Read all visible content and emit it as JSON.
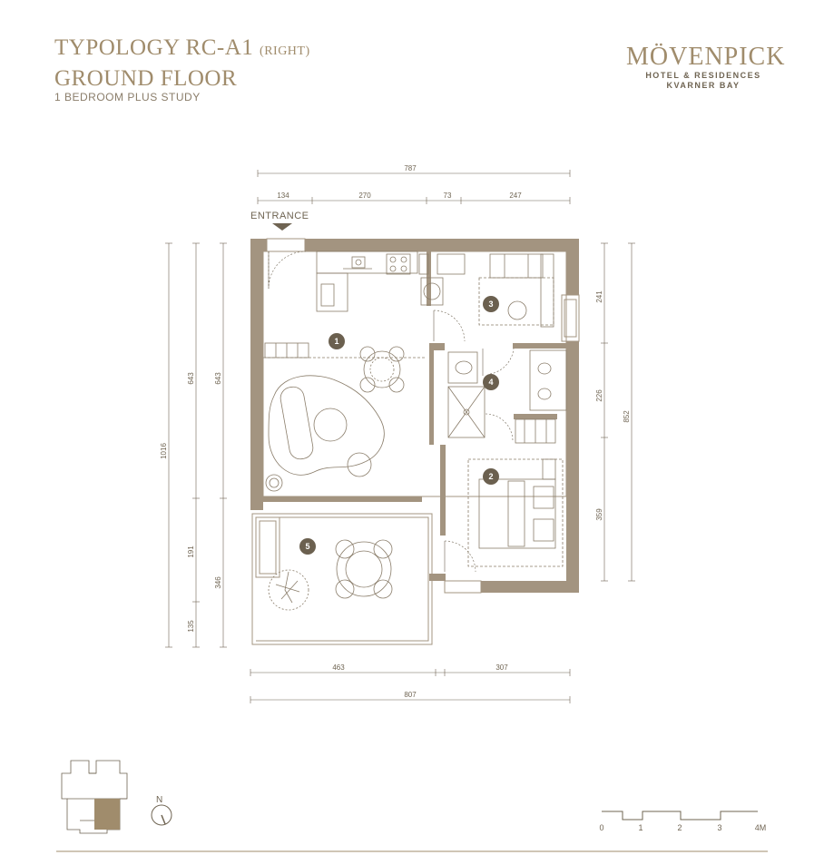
{
  "header": {
    "title_line1": "TYPOLOGY RC-A1",
    "title_side": "(RIGHT)",
    "title_line2": "GROUND FLOOR",
    "subtitle": "1 BEDROOM PLUS STUDY"
  },
  "logo": {
    "brand": "MÖVENPICK",
    "line1": "HOTEL & RESIDENCES",
    "line2": "KVARNER BAY"
  },
  "plan": {
    "entrance_label": "ENTRANCE",
    "rooms": [
      "1",
      "2",
      "3",
      "4",
      "5"
    ],
    "dimensions": {
      "top_total": "787",
      "top_1": "134",
      "top_2": "270",
      "top_3": "73",
      "top_4": "247",
      "bottom_1": "463",
      "bottom_2": "307",
      "bottom_total": "807",
      "left_total": "1016",
      "left_a": "643",
      "left_b": "191",
      "left_c": "135",
      "left2_a": "643",
      "left2_b": "346",
      "right_1": "241",
      "right_2": "226",
      "right_3": "359",
      "right_total": "852"
    }
  },
  "compass": {
    "label": "N"
  },
  "scale": {
    "labels": [
      "0",
      "1",
      "2",
      "3",
      "4M"
    ]
  },
  "colors": {
    "accent": "#a08c6c",
    "wall": "#a39480",
    "line": "#6f6452"
  }
}
